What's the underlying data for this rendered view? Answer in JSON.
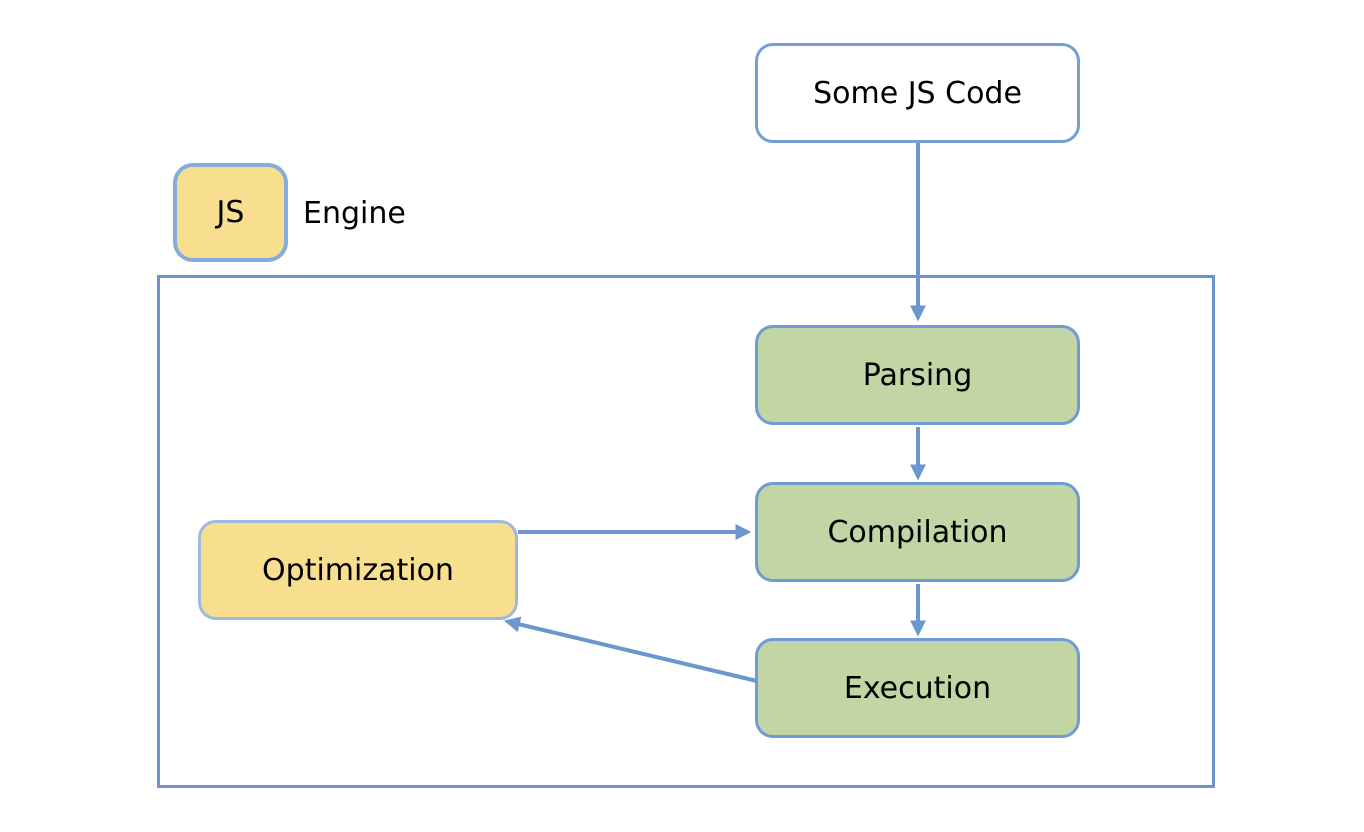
{
  "diagram": {
    "code_node_label": "Some JS Code",
    "engine_badge_label": "JS",
    "engine_label": "Engine",
    "nodes": {
      "parsing": "Parsing",
      "compilation": "Compilation",
      "execution": "Execution",
      "optimization": "Optimization"
    },
    "edges": [
      {
        "from": "some-js-code",
        "to": "parsing"
      },
      {
        "from": "parsing",
        "to": "compilation"
      },
      {
        "from": "compilation",
        "to": "execution"
      },
      {
        "from": "execution",
        "to": "optimization"
      },
      {
        "from": "optimization",
        "to": "compilation"
      }
    ],
    "colors": {
      "arrow_blue": "#6b96ce",
      "container_border_blue": "#6b93cc",
      "green_fill": "#c1d6a4",
      "yellow_fill": "#f8df90",
      "white_fill": "#ffffff",
      "text": "#000000"
    }
  }
}
